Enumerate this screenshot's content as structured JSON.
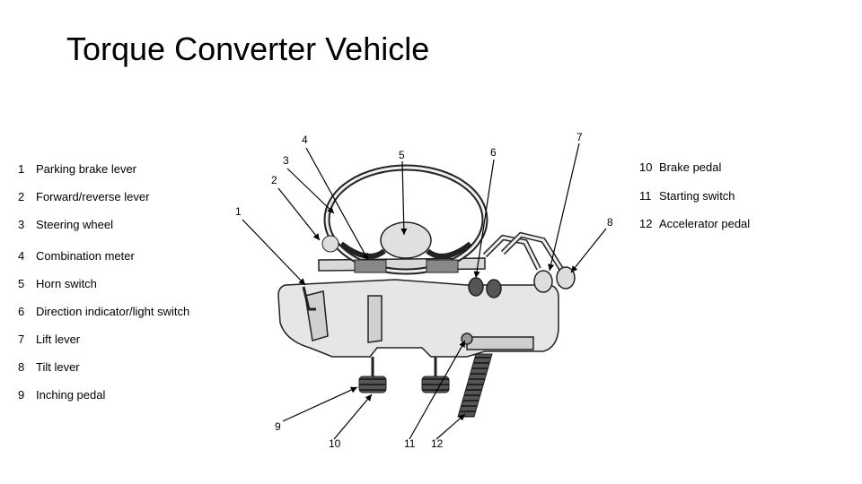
{
  "title": "Torque Converter Vehicle",
  "legend_left": [
    {
      "num": "1",
      "label": "Parking brake lever"
    },
    {
      "num": "2",
      "label": "Forward/reverse lever"
    },
    {
      "num": "3",
      "label": "Steering wheel"
    },
    {
      "num": "4",
      "label": "Combination meter"
    },
    {
      "num": "5",
      "label": "Horn switch"
    },
    {
      "num": "6",
      "label": "Direction indicator/light switch"
    },
    {
      "num": "7",
      "label": "Lift lever"
    },
    {
      "num": "8",
      "label": "Tilt lever"
    },
    {
      "num": "9",
      "label": "Inching pedal"
    }
  ],
  "legend_right": [
    {
      "num": "10",
      "label": "Brake pedal"
    },
    {
      "num": "11",
      "label": "Starting switch"
    },
    {
      "num": "12",
      "label": "Accelerator pedal"
    }
  ],
  "callouts": [
    "1",
    "2",
    "3",
    "4",
    "5",
    "6",
    "7",
    "8",
    "9",
    "10",
    "11",
    "12"
  ]
}
